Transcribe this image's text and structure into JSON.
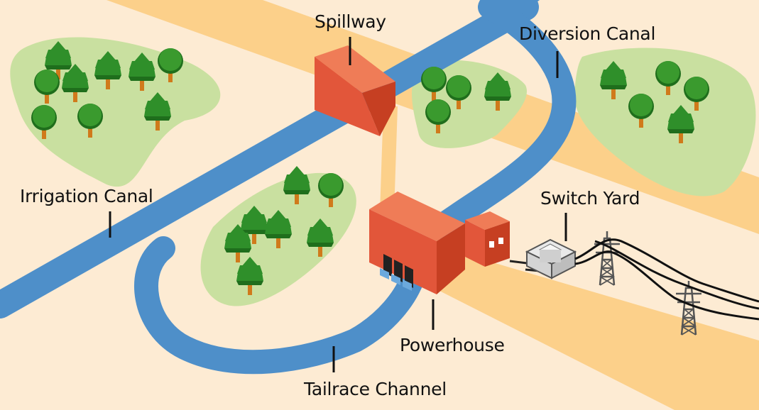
{
  "labels": {
    "spillway": "Spillway",
    "diversion_canal": "Diversion Canal",
    "irrigation_canal": "Irrigation Canal",
    "switch_yard": "Switch Yard",
    "powerhouse": "Powerhouse",
    "tailrace_channel": "Tailrace Channel"
  },
  "colors": {
    "background": "#fdebd3",
    "land_band": "#fcd08a",
    "water": "#4e8fc9",
    "vegetation": "#c9e0a0",
    "tree_green": "#2f8f2a",
    "trunk": "#d07a1b",
    "building_front": "#e2563a",
    "building_top": "#ef7c57",
    "building_side": "#c63f22",
    "tower": "#555555"
  }
}
